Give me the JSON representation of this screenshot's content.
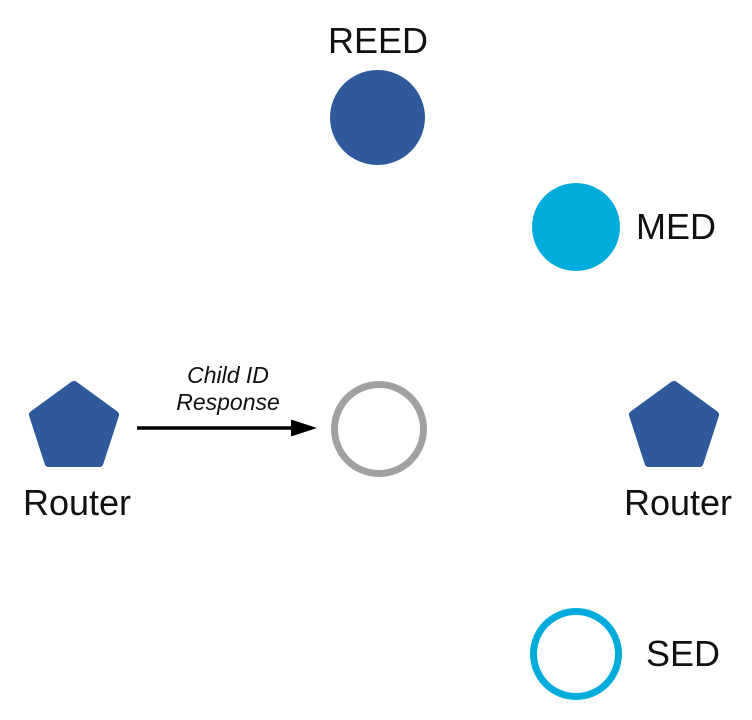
{
  "diagram": {
    "title_context": "Thread network device roles diagram",
    "colors": {
      "background": "#ffffff",
      "router_blue": "#2e5a9c",
      "end_device_cyan": "#00acdc",
      "joiner_gray": "#a1a1a1",
      "text": "#111111",
      "arrow": "#000000"
    },
    "nodes": {
      "reed": {
        "label": "REED",
        "shape": "filled-circle",
        "color_key": "router_blue"
      },
      "med": {
        "label": "MED",
        "shape": "filled-circle",
        "color_key": "end_device_cyan"
      },
      "sed": {
        "label": "SED",
        "shape": "outlined-circle",
        "color_key": "end_device_cyan"
      },
      "joining_device": {
        "label": "",
        "shape": "outlined-circle",
        "color_key": "joiner_gray"
      },
      "router_left": {
        "label": "Router",
        "shape": "pentagon",
        "color_key": "router_blue"
      },
      "router_right": {
        "label": "Router",
        "shape": "pentagon",
        "color_key": "router_blue"
      }
    },
    "arrow": {
      "label_line1": "Child ID",
      "label_line2": "Response",
      "from": "router_left",
      "to": "joining_device"
    }
  }
}
